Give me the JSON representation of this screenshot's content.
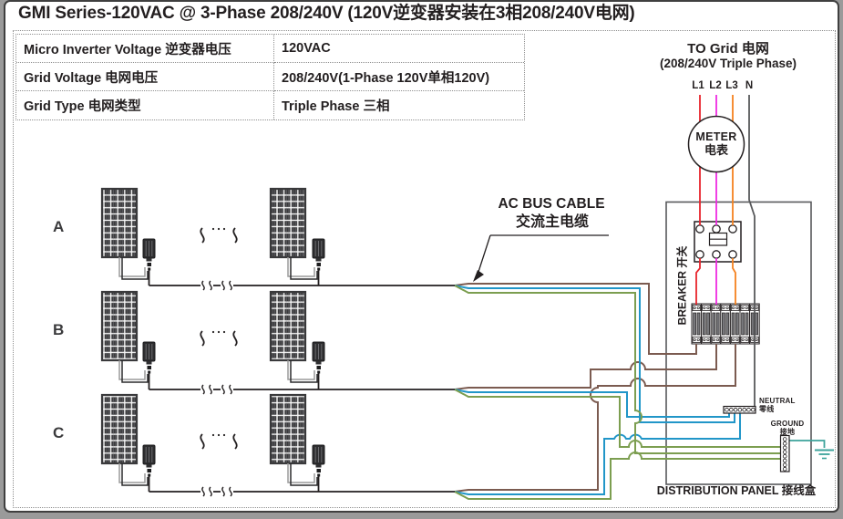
{
  "page": {
    "title": "GMI Series-120VAC @ 3-Phase 208/240V (120V逆变器安装在3相208/240V电网)"
  },
  "spec_table": {
    "rows": [
      {
        "label": "Micro Inverter Voltage 逆变器电压",
        "value": "120VAC"
      },
      {
        "label": "Grid  Voltage 电网电压",
        "value": "208/240V(1-Phase 120V单相120V)"
      },
      {
        "label": "Grid Type 电网类型",
        "value": "Triple Phase 三相"
      }
    ]
  },
  "diagram": {
    "branch_labels": [
      "A",
      "B",
      "C"
    ],
    "ac_bus": {
      "en": "AC BUS CABLE",
      "zh": "交流主电缆"
    },
    "grid": {
      "title": "TO Grid 电网",
      "subtitle": "(208/240V Triple Phase)",
      "lines": [
        "L1",
        "L2",
        "L3",
        "N"
      ]
    },
    "meter": {
      "en": "METER",
      "zh": "电表"
    },
    "breaker_label": "BREAKER 开关",
    "neutral": {
      "en": "NEUTRAL",
      "zh": "零线"
    },
    "ground": {
      "en": "GROUND",
      "zh": "接地"
    },
    "panel_label": "DISTRIBUTION PANEL 接线盒"
  },
  "colors": {
    "l1_red": "#e8242c",
    "l2_magenta": "#ee2ae2",
    "l3_orange": "#f5821f",
    "neutral_gray": "#58595b",
    "bus_brown": "#7b5b50",
    "bus_blue": "#2196c8",
    "bus_green": "#7c9e50",
    "ground_teal": "#3da39b",
    "text": "#231f20"
  }
}
